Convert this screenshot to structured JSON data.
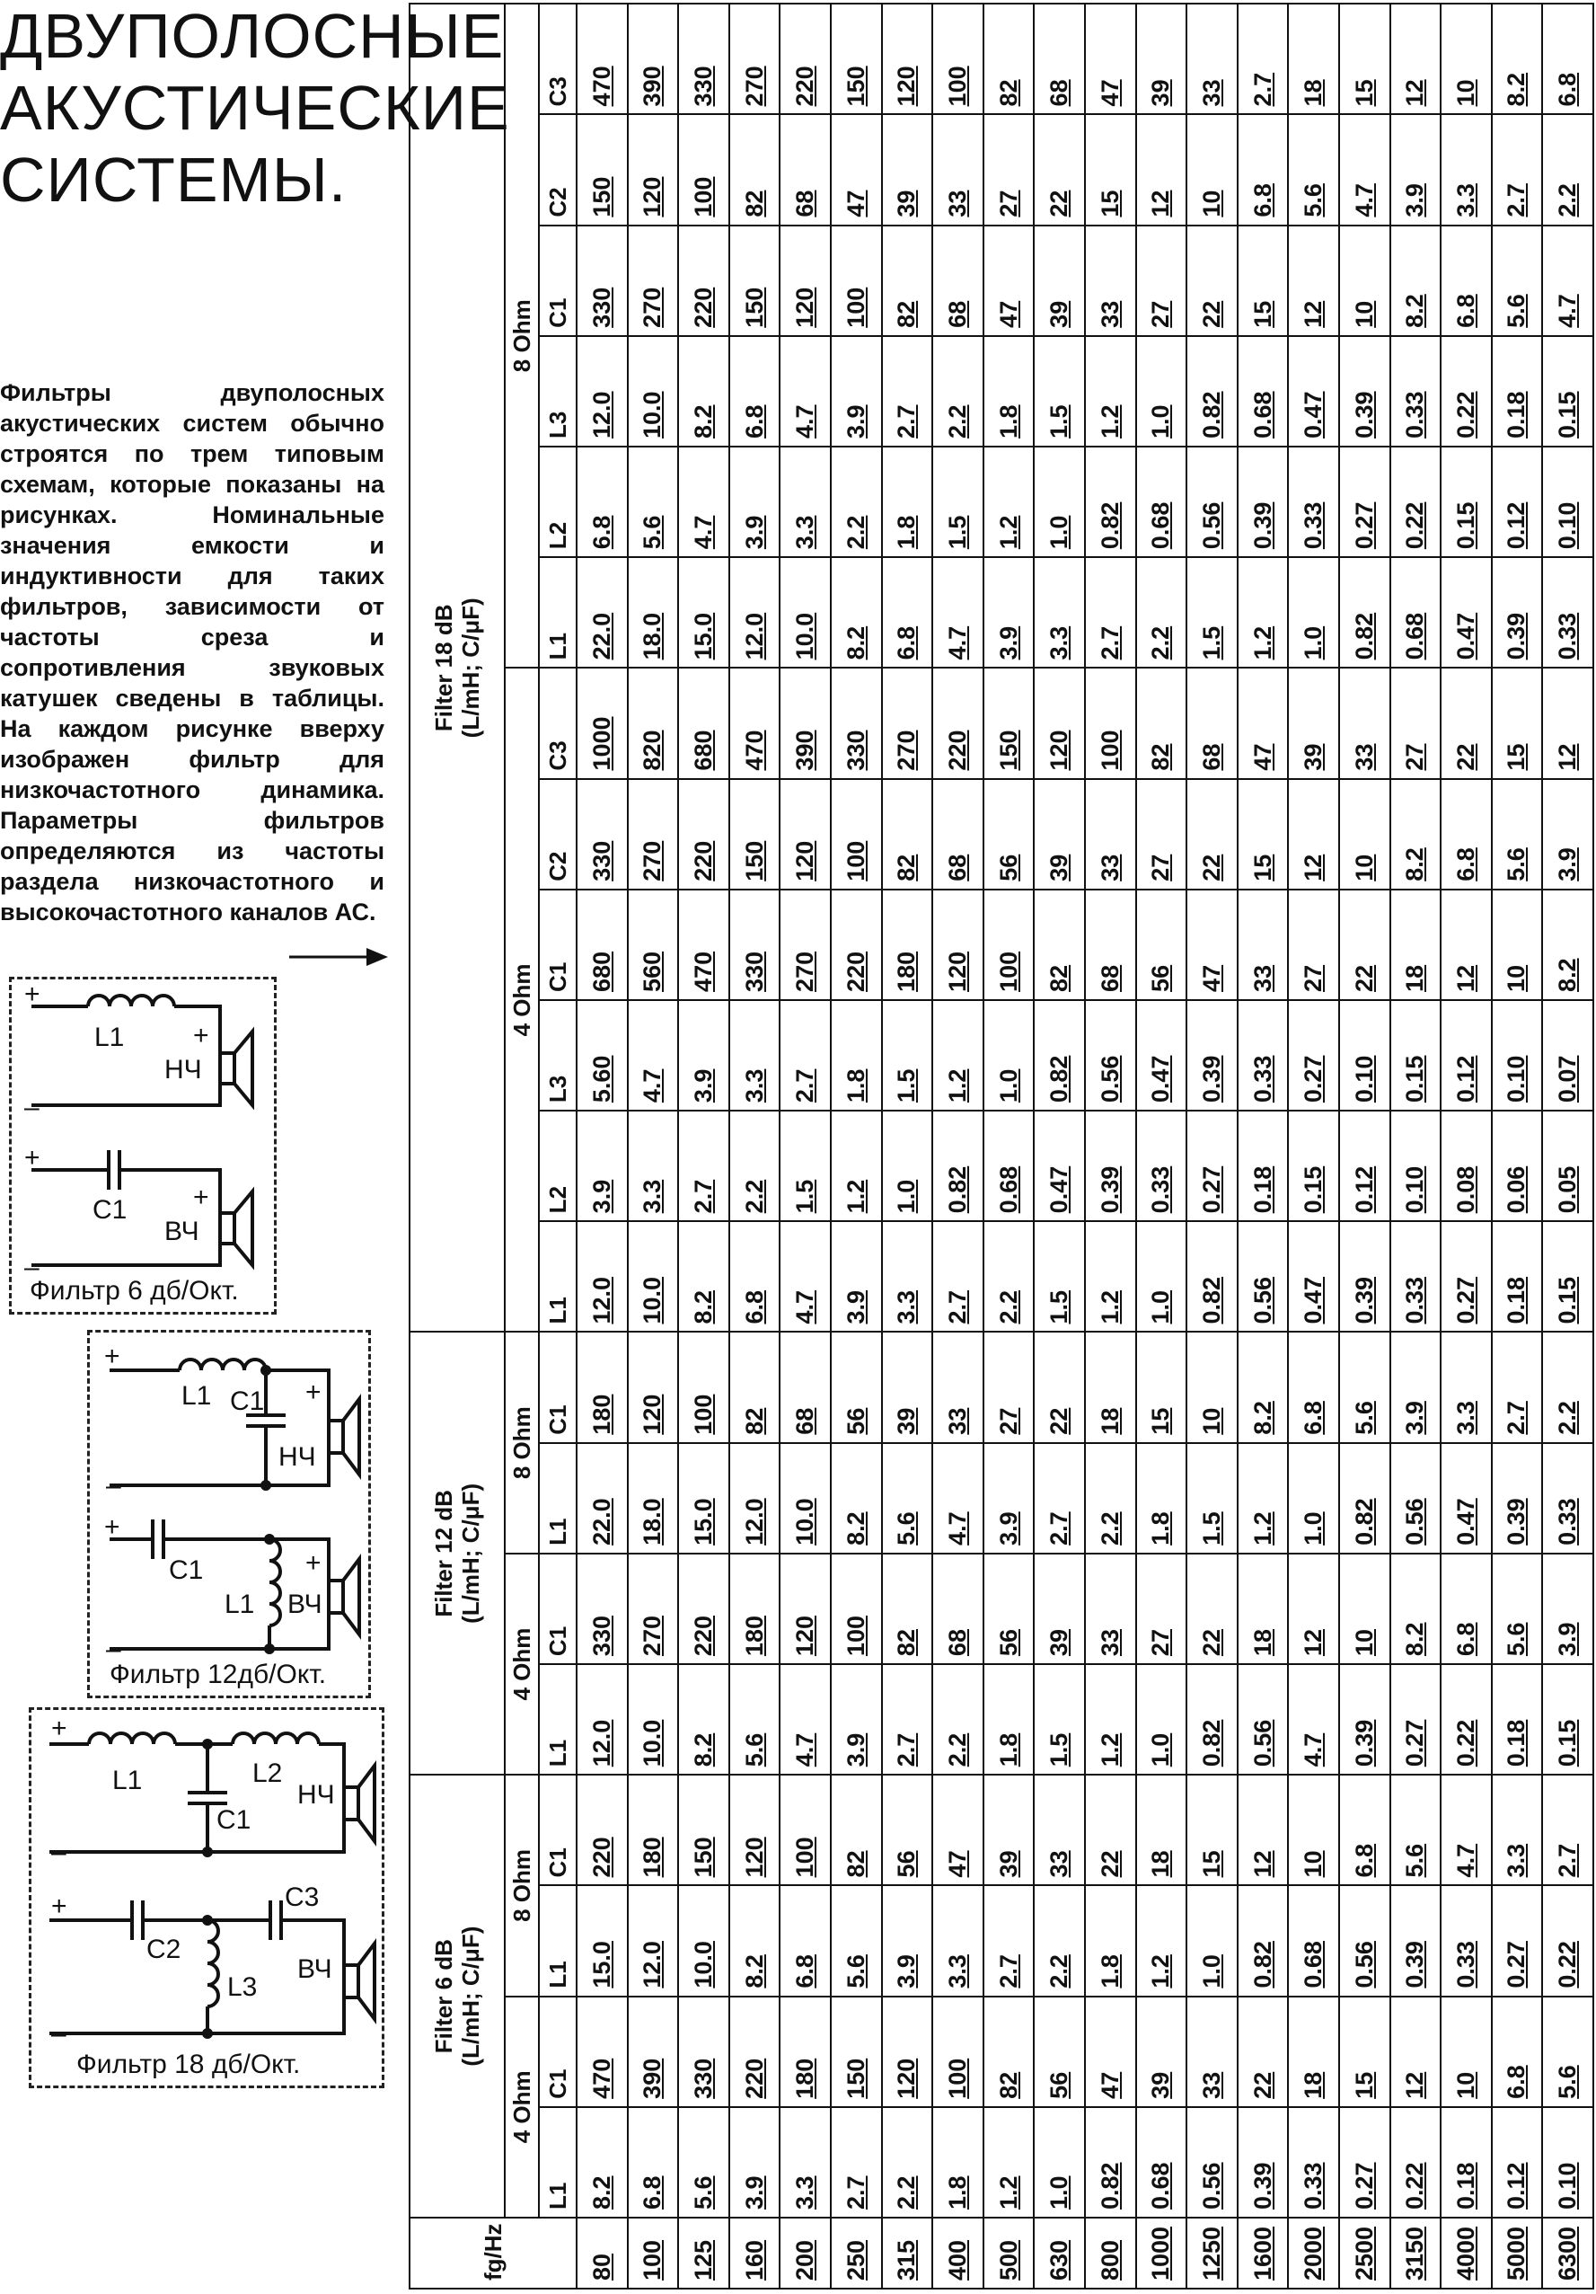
{
  "title": [
    "ДВУПОЛОСНЫЕ",
    "АКУСТИЧЕСКИЕ",
    "СИСТЕМЫ."
  ],
  "intro": "Фильтры двуполосных акустических систем обычно строятся по трем типовым схемам, которые показаны на рисунках. Номинальные значения емкости и индуктивности для таких фильтров, зависимости от частоты среза и сопротивления звуковых катушек сведены в таблицы. На каждом рисунке вверху изображен фильтр для низкочастотного динамика. Параметры фильтров определяются из частоты раздела низкочастотного и высокочастотного каналов АС.",
  "circuits": {
    "c6": {
      "caption": "Фильтр   6 дб/Окт.",
      "l1": "L1",
      "c1": "C1",
      "lf": "НЧ",
      "hf": "ВЧ",
      "plus": "+",
      "minus": "–"
    },
    "c12": {
      "caption": "Фильтр  12дб/Окт.",
      "l1": "L1",
      "c1": "C1",
      "lf": "НЧ",
      "hf": "ВЧ",
      "plus": "+",
      "minus": "–"
    },
    "c18": {
      "caption": "Фильтр    18 дб/Окт.",
      "l1": "L1",
      "l2": "L2",
      "l3": "L3",
      "c1": "C1",
      "c2": "C2",
      "c3": "C3",
      "lf": "НЧ",
      "hf": "ВЧ",
      "plus": "+",
      "minus": "–"
    }
  },
  "table": {
    "freq_header": "fg/Hz",
    "groups": [
      {
        "title": "Filter 6 dB",
        "units": "(L/mH; C/μF)"
      },
      {
        "title": "Filter 12 dB",
        "units": "(L/mH; C/μF)"
      },
      {
        "title": "Filter 18 dB",
        "units": "(L/mH; C/μF)"
      }
    ],
    "ohms": [
      "4 Ohm",
      "8 Ohm"
    ],
    "columns": {
      "f6": [
        "L1",
        "C1"
      ],
      "f12": [
        "L1",
        "C1"
      ],
      "f18": [
        "L1",
        "L2",
        "L3",
        "C1",
        "C2",
        "C3"
      ]
    },
    "rows": [
      [
        "80",
        "8.2",
        "470",
        "15.0",
        "220",
        "12.0",
        "330",
        "22.0",
        "180",
        "12.0",
        "3.9",
        "5.60",
        "680",
        "330",
        "1000",
        "22.0",
        "6.8",
        "12.0",
        "330",
        "150",
        "470"
      ],
      [
        "100",
        "6.8",
        "390",
        "12.0",
        "180",
        "10.0",
        "270",
        "18.0",
        "120",
        "10.0",
        "3.3",
        "4.7",
        "560",
        "270",
        "820",
        "18.0",
        "5.6",
        "10.0",
        "270",
        "120",
        "390"
      ],
      [
        "125",
        "5.6",
        "330",
        "10.0",
        "150",
        "8.2",
        "220",
        "15.0",
        "100",
        "8.2",
        "2.7",
        "3.9",
        "470",
        "220",
        "680",
        "15.0",
        "4.7",
        "8.2",
        "220",
        "100",
        "330"
      ],
      [
        "160",
        "3.9",
        "220",
        "8.2",
        "120",
        "5.6",
        "180",
        "12.0",
        "82",
        "6.8",
        "2.2",
        "3.3",
        "330",
        "150",
        "470",
        "12.0",
        "3.9",
        "6.8",
        "150",
        "82",
        "270"
      ],
      [
        "200",
        "3.3",
        "180",
        "6.8",
        "100",
        "4.7",
        "120",
        "10.0",
        "68",
        "4.7",
        "1.5",
        "2.7",
        "270",
        "120",
        "390",
        "10.0",
        "3.3",
        "4.7",
        "120",
        "68",
        "220"
      ],
      [
        "250",
        "2.7",
        "150",
        "5.6",
        "82",
        "3.9",
        "100",
        "8.2",
        "56",
        "3.9",
        "1.2",
        "1.8",
        "220",
        "100",
        "330",
        "8.2",
        "2.2",
        "3.9",
        "100",
        "47",
        "150"
      ],
      [
        "315",
        "2.2",
        "120",
        "3.9",
        "56",
        "2.7",
        "82",
        "5.6",
        "39",
        "3.3",
        "1.0",
        "1.5",
        "180",
        "82",
        "270",
        "6.8",
        "1.8",
        "2.7",
        "82",
        "39",
        "120"
      ],
      [
        "400",
        "1.8",
        "100",
        "3.3",
        "47",
        "2.2",
        "68",
        "4.7",
        "33",
        "2.7",
        "0.82",
        "1.2",
        "120",
        "68",
        "220",
        "4.7",
        "1.5",
        "2.2",
        "68",
        "33",
        "100"
      ],
      [
        "500",
        "1.2",
        "82",
        "2.7",
        "39",
        "1.8",
        "56",
        "3.9",
        "27",
        "2.2",
        "0.68",
        "1.0",
        "100",
        "56",
        "150",
        "3.9",
        "1.2",
        "1.8",
        "47",
        "27",
        "82"
      ],
      [
        "630",
        "1.0",
        "56",
        "2.2",
        "33",
        "1.5",
        "39",
        "2.7",
        "22",
        "1.5",
        "0.47",
        "0.82",
        "82",
        "39",
        "120",
        "3.3",
        "1.0",
        "1.5",
        "39",
        "22",
        "68"
      ],
      [
        "800",
        "0.82",
        "47",
        "1.8",
        "22",
        "1.2",
        "33",
        "2.2",
        "18",
        "1.2",
        "0.39",
        "0.56",
        "68",
        "33",
        "100",
        "2.7",
        "0.82",
        "1.2",
        "33",
        "15",
        "47"
      ],
      [
        "1000",
        "0.68",
        "39",
        "1.2",
        "18",
        "1.0",
        "27",
        "1.8",
        "15",
        "1.0",
        "0.33",
        "0.47",
        "56",
        "27",
        "82",
        "2.2",
        "0.68",
        "1.0",
        "27",
        "12",
        "39"
      ],
      [
        "1250",
        "0.56",
        "33",
        "1.0",
        "15",
        "0.82",
        "22",
        "1.5",
        "10",
        "0.82",
        "0.27",
        "0.39",
        "47",
        "22",
        "68",
        "1.5",
        "0.56",
        "0.82",
        "22",
        "10",
        "33"
      ],
      [
        "1600",
        "0.39",
        "22",
        "0.82",
        "12",
        "0.56",
        "18",
        "1.2",
        "8.2",
        "0.56",
        "0.18",
        "0.33",
        "33",
        "15",
        "47",
        "1.2",
        "0.39",
        "0.68",
        "15",
        "6.8",
        "2.7"
      ],
      [
        "2000",
        "0.33",
        "18",
        "0.68",
        "10",
        "4.7",
        "12",
        "1.0",
        "6.8",
        "0.47",
        "0.15",
        "0.27",
        "27",
        "12",
        "39",
        "1.0",
        "0.33",
        "0.47",
        "12",
        "5.6",
        "18"
      ],
      [
        "2500",
        "0.27",
        "15",
        "0.56",
        "6.8",
        "0.39",
        "10",
        "0.82",
        "5.6",
        "0.39",
        "0.12",
        "0.10",
        "22",
        "10",
        "33",
        "0.82",
        "0.27",
        "0.39",
        "10",
        "4.7",
        "15"
      ],
      [
        "3150",
        "0.22",
        "12",
        "0.39",
        "5.6",
        "0.27",
        "8.2",
        "0.56",
        "3.9",
        "0.33",
        "0.10",
        "0.15",
        "18",
        "8.2",
        "27",
        "0.68",
        "0.22",
        "0.33",
        "8.2",
        "3.9",
        "12"
      ],
      [
        "4000",
        "0.18",
        "10",
        "0.33",
        "4.7",
        "0.22",
        "6.8",
        "0.47",
        "3.3",
        "0.27",
        "0.08",
        "0.12",
        "12",
        "6.8",
        "22",
        "0.47",
        "0.15",
        "0.22",
        "6.8",
        "3.3",
        "10"
      ],
      [
        "5000",
        "0.12",
        "6.8",
        "0.27",
        "3.3",
        "0.18",
        "5.6",
        "0.39",
        "2.7",
        "0.18",
        "0.06",
        "0.10",
        "10",
        "5.6",
        "15",
        "0.39",
        "0.12",
        "0.18",
        "5.6",
        "2.7",
        "8.2"
      ],
      [
        "6300",
        "0.10",
        "5.6",
        "0.22",
        "2.7",
        "0.15",
        "3.9",
        "0.33",
        "2.2",
        "0.15",
        "0.05",
        "0.07",
        "8.2",
        "3.9",
        "12",
        "0.33",
        "0.10",
        "0.15",
        "4.7",
        "2.2",
        "6.8"
      ]
    ]
  }
}
